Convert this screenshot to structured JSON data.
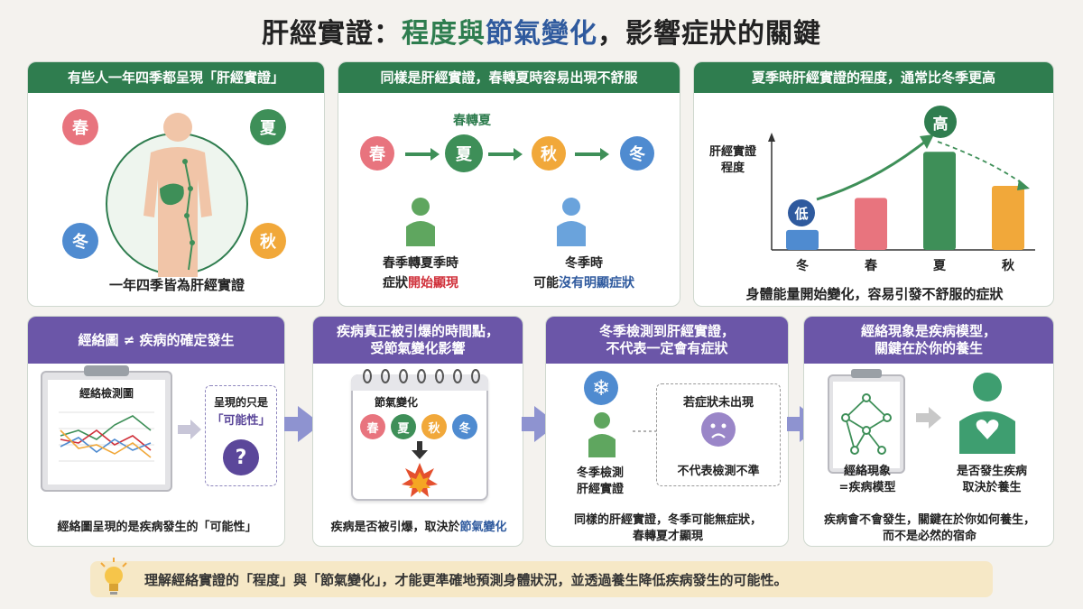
{
  "title": {
    "part1": "肝經實證：",
    "part2": "程度",
    "part3": "與",
    "part4": "節氣變化",
    "part5": "，影響症狀的關鍵"
  },
  "seasons": {
    "spring": "春",
    "summer": "夏",
    "autumn": "秋",
    "winter": "冬"
  },
  "panel1": {
    "header": "有些人一年四季都呈現「肝經實證」",
    "caption": "一年四季皆為肝經實證"
  },
  "panel2": {
    "header": "同樣是肝經實證，春轉夏時容易出現不舒服",
    "transition_label": "春轉夏",
    "left_caption_line1": "春季轉夏季時",
    "left_caption_line2_a": "症狀",
    "left_caption_line2_b": "開始顯現",
    "right_caption_line1": "冬季時",
    "right_caption_line2_a": "可能",
    "right_caption_line2_b": "沒有明顯症狀"
  },
  "panel3": {
    "header": "夏季時肝經實證的程度，通常比冬季更高",
    "ylabel_line1": "肝經實證",
    "ylabel_line2": "程度",
    "low_label": "低",
    "high_label": "高",
    "caption": "身體能量開始變化，容易引發不舒服的症狀"
  },
  "chart_data": {
    "type": "bar",
    "categories": [
      "冬",
      "春",
      "夏",
      "秋"
    ],
    "values": [
      1,
      2.6,
      4.9,
      3.2
    ],
    "ylabel": "肝經實證程度",
    "ylim": [
      0,
      5.5
    ],
    "colors": [
      "#4f8bd0",
      "#e8747e",
      "#3e8f58",
      "#f1a83a"
    ]
  },
  "panel4": {
    "header": "經絡圖 ≠ 疾病的確定發生",
    "chart_title": "經絡檢測圖",
    "box_line1": "呈現的只是",
    "box_line2": "「可能性」",
    "caption": "經絡圖呈現的是疾病發生的「可能性」"
  },
  "panel5": {
    "header_line1": "疾病真正被引爆的時間點，",
    "header_line2": "受節氣變化影響",
    "calendar_title": "節氣變化",
    "caption_a": "疾病是否被引爆，取決於",
    "caption_b": "節氣變化"
  },
  "panel6": {
    "header_line1": "冬季檢測到肝經實證，",
    "header_line2": "不代表一定會有症狀",
    "person_line1": "冬季檢測",
    "person_line2": "肝經實證",
    "box_title": "若症狀未出現",
    "box_caption": "不代表檢測不準",
    "caption_line1": "同樣的肝經實證，冬季可能無症狀，",
    "caption_line2": "春轉夏才顯現"
  },
  "panel7": {
    "header_line1": "經絡現象是疾病模型，",
    "header_line2": "關鍵在於你的養生",
    "left_line1": "經絡現象",
    "left_line2": "=疾病模型",
    "right_line1": "是否發生疾病",
    "right_line2": "取決於養生",
    "caption_line1": "疾病會不會發生，關鍵在於你如何養生，",
    "caption_line2": "而不是必然的宿命"
  },
  "footer": {
    "text": "理解經絡實證的「程度」與「節氣變化」，才能更準確地預測身體狀況，並透過養生降低疾病發生的可能性。"
  },
  "icons": {
    "snowflake": "snowflake-icon",
    "question": "question-icon",
    "lightbulb": "lightbulb-icon",
    "sad": "sad-face-icon",
    "heart": "heart-icon"
  }
}
